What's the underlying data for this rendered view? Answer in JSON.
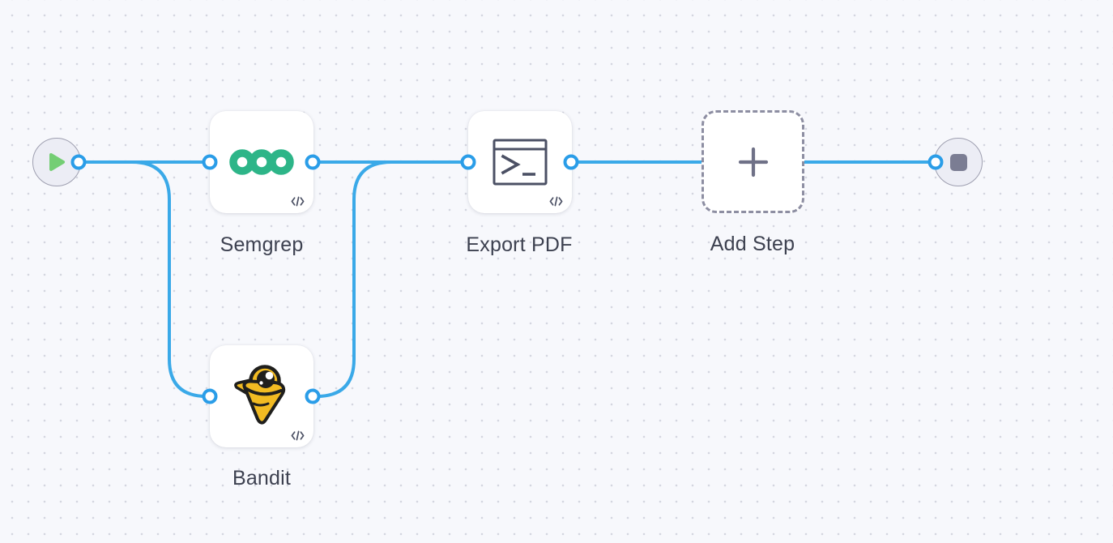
{
  "canvas": {
    "background_color": "#f7f8fc",
    "dot_color": "#d4d6e0",
    "edge_color": "#3aa9e8",
    "port_color": "#2a9de8"
  },
  "nodes": {
    "start": {
      "type": "start",
      "icon": "play-icon",
      "play_color": "#74ce74"
    },
    "semgrep": {
      "label": "Semgrep",
      "icon": "semgrep-logo",
      "logo_color": "#2db588",
      "badge_icon": "code-icon"
    },
    "bandit": {
      "label": "Bandit",
      "icon": "bandit-logo",
      "logo_colors": [
        "#f2bb22",
        "#1f1f1d",
        "#ffffff"
      ],
      "badge_icon": "code-icon"
    },
    "export_pdf": {
      "label": "Export PDF",
      "icon": "terminal-icon",
      "badge_icon": "code-icon"
    },
    "add_step": {
      "label": "Add Step",
      "icon": "plus-icon"
    },
    "end": {
      "type": "end",
      "icon": "stop-icon",
      "stop_color": "#7b7d93"
    }
  },
  "connections": [
    [
      "start",
      "semgrep"
    ],
    [
      "start",
      "bandit"
    ],
    [
      "semgrep",
      "export_pdf"
    ],
    [
      "bandit",
      "export_pdf"
    ],
    [
      "export_pdf",
      "add_step"
    ],
    [
      "add_step",
      "end"
    ]
  ]
}
